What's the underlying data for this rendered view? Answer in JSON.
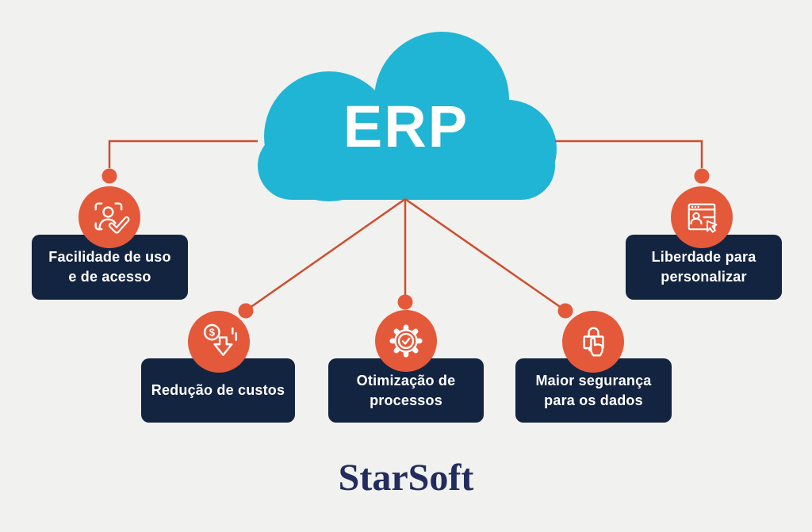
{
  "cloud": {
    "title": "ERP"
  },
  "brand": {
    "name": "StarSoft"
  },
  "colors": {
    "background": "#f1f1ef",
    "cloud_teal": "#20b5d4",
    "circle_orange": "#e4593a",
    "connector_orange": "#cc4f2e",
    "box_navy": "#132441",
    "label_text": "#ffffff",
    "brand_navy": "#222c5e"
  },
  "nodes": [
    {
      "id": "ease-of-use",
      "icon": "user-verification-icon",
      "lines": [
        "Facilidade de uso",
        "e de acesso"
      ]
    },
    {
      "id": "cost-reduction",
      "icon": "cost-reduction-icon",
      "lines": [
        "Redução de custos"
      ]
    },
    {
      "id": "process-optimization",
      "icon": "gear-check-icon",
      "lines": [
        "Otimização de",
        "processos"
      ]
    },
    {
      "id": "data-security",
      "icon": "lock-hand-icon",
      "lines": [
        "Maior segurança",
        "para os dados"
      ]
    },
    {
      "id": "customization",
      "icon": "browser-user-cursor-icon",
      "lines": [
        "Liberdade para",
        "personalizar"
      ]
    }
  ]
}
